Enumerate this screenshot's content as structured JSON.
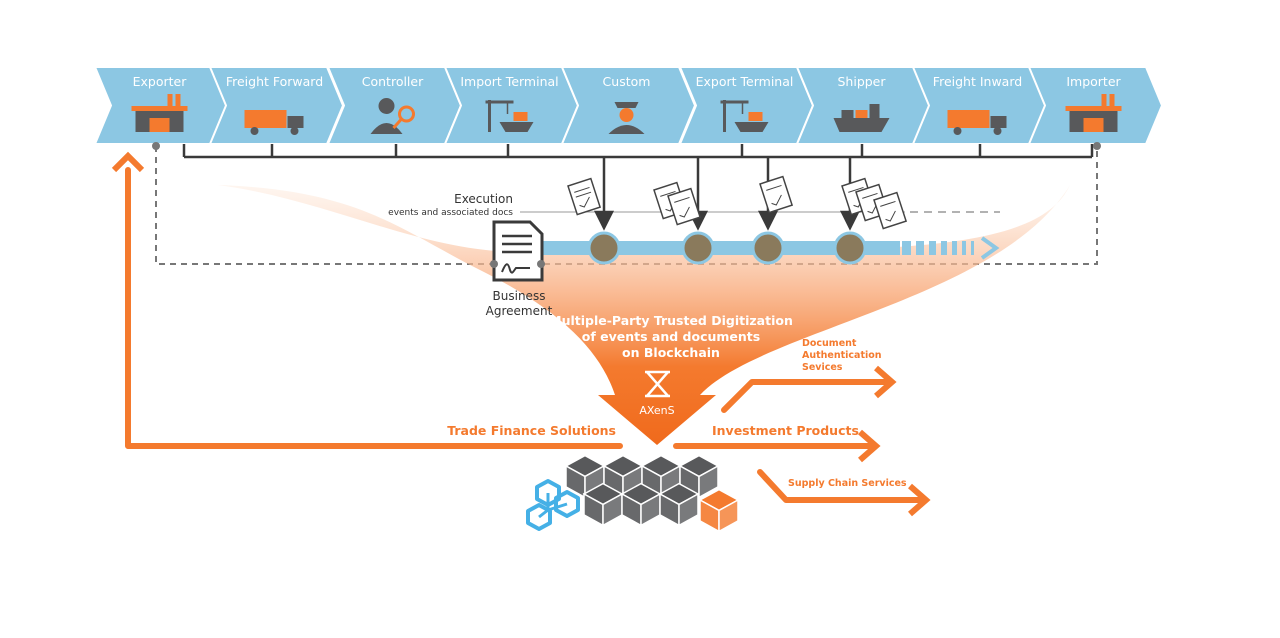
{
  "stages": [
    {
      "label": "Exporter",
      "icon": "factory-icon"
    },
    {
      "label": "Freight Forward",
      "icon": "truck-icon"
    },
    {
      "label": "Controller",
      "icon": "inspector-icon"
    },
    {
      "label": "Import Terminal",
      "icon": "crane-ship-icon"
    },
    {
      "label": "Custom",
      "icon": "customs-officer-icon"
    },
    {
      "label": "Export Terminal",
      "icon": "crane-ship-icon"
    },
    {
      "label": "Shipper",
      "icon": "cargo-ship-icon"
    },
    {
      "label": "Freight Inward",
      "icon": "truck-icon"
    },
    {
      "label": "Importer",
      "icon": "factory-icon"
    }
  ],
  "execution": {
    "title": "Execution",
    "subtitle": "events and associated docs"
  },
  "business_agreement": {
    "line1": "Business",
    "line2": "Agreement"
  },
  "funnel": {
    "line1": "Multiple-Party Trusted Digitization",
    "line2": "of events and documents",
    "line3": "on Blockchain"
  },
  "brand": "AXenS",
  "outputs": {
    "trade_finance": "Trade Finance Solutions",
    "investment": "Investment Products",
    "doc_auth_1": "Document",
    "doc_auth_2": "Authentication",
    "doc_auth_3": "Sevices",
    "supply_chain": "Supply Chain Services"
  },
  "colors": {
    "banner_blue": "#8cc7e3",
    "orange": "#f47a2e",
    "dark_gray": "#58595b",
    "node_brown": "#8a7a5c"
  }
}
